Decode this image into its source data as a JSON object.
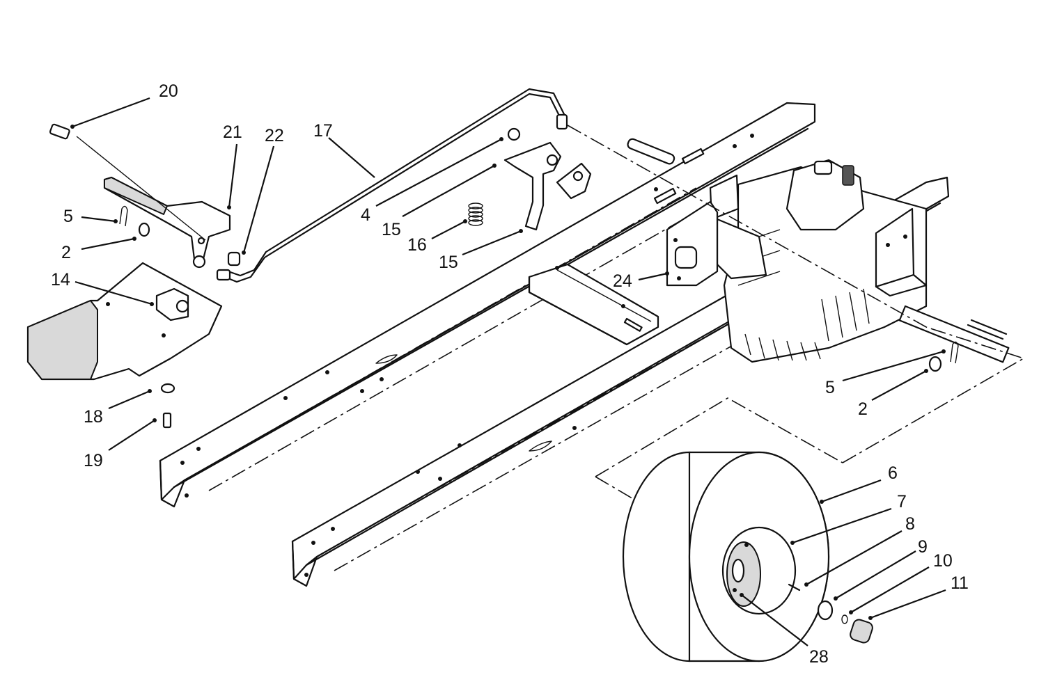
{
  "callouts": [
    {
      "id": "20",
      "text": "20"
    },
    {
      "id": "21",
      "text": "21"
    },
    {
      "id": "22",
      "text": "22"
    },
    {
      "id": "17",
      "text": "17"
    },
    {
      "id": "5a",
      "text": "5"
    },
    {
      "id": "2a",
      "text": "2"
    },
    {
      "id": "14",
      "text": "14"
    },
    {
      "id": "4",
      "text": "4"
    },
    {
      "id": "15a",
      "text": "15"
    },
    {
      "id": "16",
      "text": "16"
    },
    {
      "id": "15b",
      "text": "15"
    },
    {
      "id": "24",
      "text": "24"
    },
    {
      "id": "18",
      "text": "18"
    },
    {
      "id": "19",
      "text": "19"
    },
    {
      "id": "5b",
      "text": "5"
    },
    {
      "id": "2b",
      "text": "2"
    },
    {
      "id": "6",
      "text": "6"
    },
    {
      "id": "7",
      "text": "7"
    },
    {
      "id": "8",
      "text": "8"
    },
    {
      "id": "9",
      "text": "9"
    },
    {
      "id": "10",
      "text": "10"
    },
    {
      "id": "11",
      "text": "11"
    },
    {
      "id": "28",
      "text": "28"
    }
  ]
}
